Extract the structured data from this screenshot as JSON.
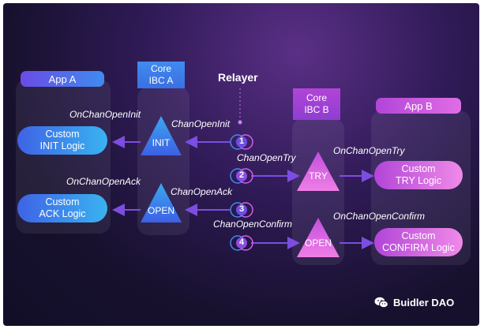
{
  "app_a": {
    "title": "App A",
    "init_logic": [
      "Custom",
      "INIT Logic"
    ],
    "ack_logic": [
      "Custom",
      "ACK Logic"
    ]
  },
  "core_a": {
    "title": [
      "Core",
      "IBC A"
    ]
  },
  "relayer": {
    "title": "Relayer"
  },
  "core_b": {
    "title": [
      "Core",
      "IBC B"
    ]
  },
  "app_b": {
    "title": "App B",
    "try_logic": [
      "Custom",
      "TRY Logic"
    ],
    "confirm_logic": [
      "Custom",
      "CONFIRM Logic"
    ]
  },
  "states": {
    "init": "INIT",
    "open_a": "OPEN",
    "try": "TRY",
    "open_b": "OPEN"
  },
  "messages": {
    "chan_open_init": "ChanOpenInit",
    "chan_open_try": "ChanOpenTry",
    "chan_open_ack": "ChanOpenAck",
    "chan_open_confirm": "ChanOpenConfirm"
  },
  "callbacks": {
    "on_chan_open_init": "OnChanOpenInit",
    "on_chan_open_ack": "OnChanOpenAck",
    "on_chan_open_try": "OnChanOpenTry",
    "on_chan_open_confirm": "OnChanOpenConfirm"
  },
  "steps": [
    "1",
    "2",
    "3",
    "4"
  ],
  "brand": {
    "name": "Buidler DAO",
    "icon": "wechat-icon"
  },
  "colors": {
    "blue": "#3f8bf0",
    "pink": "#d65ee6",
    "arrow": "#7b4de0",
    "bg": "#1a1234"
  }
}
